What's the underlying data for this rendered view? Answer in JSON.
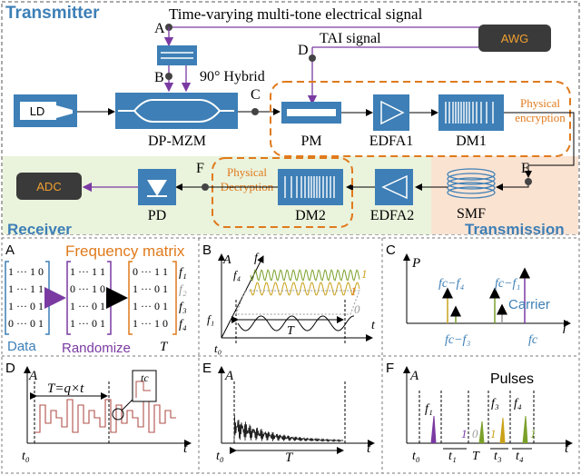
{
  "top": {
    "transmitter": "Transmitter",
    "receiver": "Receiver",
    "transmission": "Transmission",
    "signal_a": "Time-varying multi-tone electrical signal",
    "signal_d": "TAI signal",
    "awg": "AWG",
    "hybrid": "90° Hybrid",
    "ld": "LD",
    "dpmzm": "DP-MZM",
    "pm": "PM",
    "edfa1": "EDFA1",
    "dm1": "DM1",
    "phys_enc_1": "Physical",
    "phys_enc_2": "encryption",
    "phys_dec_1": "Physical",
    "phys_dec_2": "Decryption",
    "dm2": "DM2",
    "edfa2": "EDFA2",
    "smf": "SMF",
    "pd": "PD",
    "adc": "ADC",
    "points": {
      "a": "A",
      "b": "B",
      "c": "C",
      "d": "D",
      "e": "E",
      "f": "F"
    },
    "colors": {
      "blue": "#3d7fb6",
      "purple": "#7a3aa2",
      "orange": "#e07a1c",
      "transmitter_bg": "#ffffff",
      "receiver_bg": "#eaf3dc",
      "transmission_bg": "#fbe3d2"
    }
  },
  "panels": {
    "a": {
      "tag": "A",
      "title": "Frequency matrix",
      "data_label": "Data",
      "rand_label": "Randomize",
      "t_label": "T",
      "data_rows": [
        "1 ··· 1 0",
        "1 ··· 1 1",
        "1 ··· 0 1",
        "0 ··· 0 1"
      ],
      "rand_rows": [
        "1 ··· 1 1",
        "0 ··· 1 0",
        "1 ··· 0 1",
        "1 ··· 0 1"
      ],
      "freq_rows": [
        "0 ··· 1 1",
        "1 ··· 0 1",
        "1 ··· 0 1",
        "1 ··· 1 0"
      ],
      "f_labels": [
        "f₁",
        "f₂",
        "f₃",
        "f₄"
      ]
    },
    "b": {
      "tag": "B",
      "y": "A",
      "x": "t",
      "f": "f",
      "f4": "f₄",
      "f1": "f₁",
      "t0": "t₀",
      "T": "T",
      "one": "1",
      "zero": "0"
    },
    "c": {
      "tag": "C",
      "y": "P",
      "x": "f",
      "l1": "fc−f₄",
      "l2": "fc−f₁",
      "l3": "fc−f₃",
      "carrier": "Carrier",
      "fc": "fc"
    },
    "d": {
      "tag": "D",
      "y": "A",
      "x": "t",
      "eq": "T=q×t",
      "tc": "tc",
      "t0": "t₀"
    },
    "e": {
      "tag": "E",
      "y": "A",
      "x": "t",
      "t0": "t₀",
      "T": "T"
    },
    "f": {
      "tag": "F",
      "y": "A",
      "x": "t",
      "pulses": "Pulses",
      "f1": "f₁",
      "f3": "f₃",
      "f4": "f₄",
      "one": "1",
      "zero": "0",
      "t0": "t₀",
      "t1": "t₁",
      "T": "T",
      "t3": "t₃",
      "t4": "t₄"
    }
  }
}
